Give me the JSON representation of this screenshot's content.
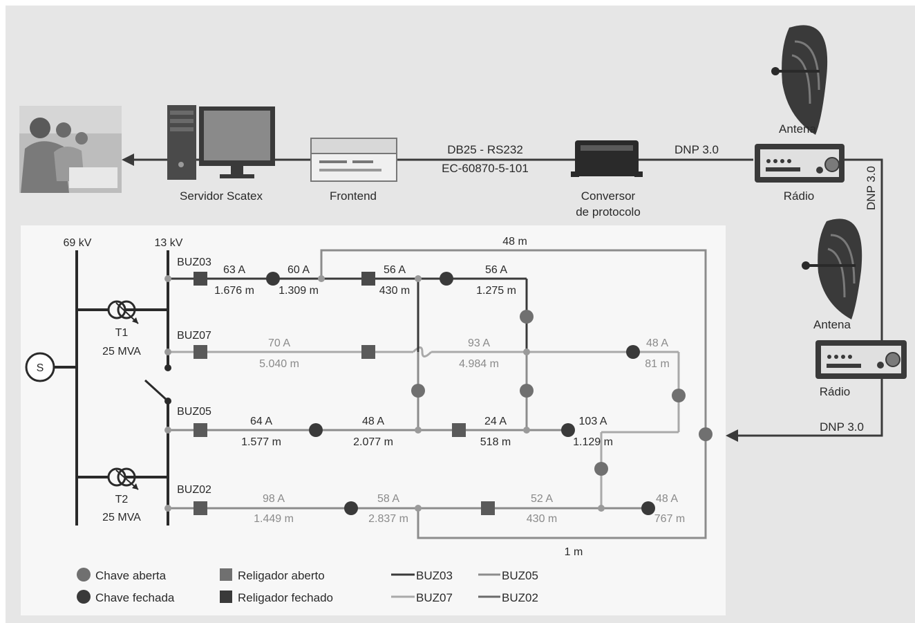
{
  "colors": {
    "background_panel": "#e6e6e6",
    "diagram_panel": "#f7f7f7",
    "dark": "#3a3a3a",
    "gray": "#8c8c8c",
    "light_gray": "#a9a9a9"
  },
  "top_chain": {
    "servidor": "Servidor Scatex",
    "frontend": "Frontend",
    "link_line1": "DB25 - RS232",
    "link_line2": "EC-60870-5-101",
    "conversor_line1": "Conversor",
    "conversor_line2": "de protocolo",
    "dnp_top": "DNP 3.0",
    "antena_top": "Antena",
    "radio_top": "Rádio",
    "dnp_vertical": "DNP 3.0",
    "antena_right": "Antena",
    "radio_right": "Rádio",
    "dnp_bottom": "DNP 3.0"
  },
  "substation": {
    "kv69": "69 kV",
    "kv13": "13 kV",
    "source": "S",
    "t1_name": "T1",
    "t1_rating": "25 MVA",
    "t2_name": "T2",
    "t2_rating": "25 MVA"
  },
  "feeders": {
    "buz03": "BUZ03",
    "buz07": "BUZ07",
    "buz05": "BUZ05",
    "buz02": "BUZ02"
  },
  "segments": [
    {
      "current": "63 A",
      "length": "1.676 m"
    },
    {
      "current": "60 A",
      "length": "1.309 m"
    },
    {
      "current": "56 A",
      "length": "430 m"
    },
    {
      "current": "56 A",
      "length": "1.275 m"
    },
    {
      "current": "70 A",
      "length": "5.040 m"
    },
    {
      "current": "93 A",
      "length": "4.984 m"
    },
    {
      "current": "48 A",
      "length": "81 m"
    },
    {
      "current": "64 A",
      "length": "1.577 m"
    },
    {
      "current": "48 A",
      "length": "2.077 m"
    },
    {
      "current": "24 A",
      "length": "518 m"
    },
    {
      "current": "103 A",
      "length": "1.129 m"
    },
    {
      "current": "98 A",
      "length": "1.449 m"
    },
    {
      "current": "58 A",
      "length": "2.837 m"
    },
    {
      "current": "52 A",
      "length": "430 m"
    },
    {
      "current": "48 A",
      "length": "767 m"
    }
  ],
  "extra_lengths": {
    "top_loop": "48 m",
    "bottom_loop": "1 m"
  },
  "legend": {
    "chave_aberta": "Chave aberta",
    "chave_fechada": "Chave fechada",
    "religador_aberto": "Religador aberto",
    "religador_fechado": "Religador fechado",
    "buz03": "BUZ03",
    "buz07": "BUZ07",
    "buz05": "BUZ05",
    "buz02": "BUZ02"
  }
}
